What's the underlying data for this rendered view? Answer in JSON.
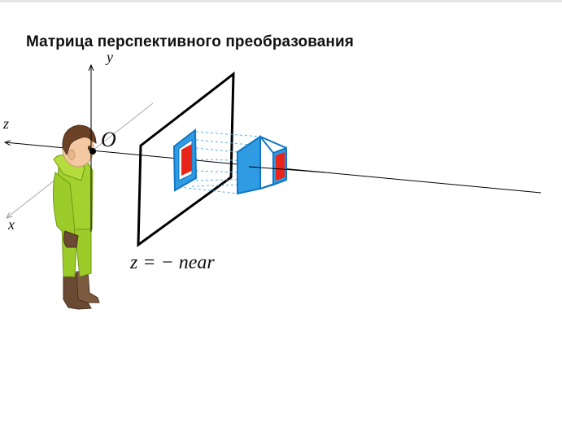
{
  "title": "Матрица перспективного преобразования",
  "axes": {
    "y_label": "y",
    "z_label": "z",
    "x_label": "x",
    "origin_label": "O"
  },
  "near_plane_label": "z = − near",
  "colors": {
    "object_blue": "#2f9be3",
    "object_blue_dark": "#1277c4",
    "object_red": "#e8251a",
    "axis": "#000000",
    "projection_lines": "#5aaee8",
    "figure_green": "#9ccc2a",
    "figure_brown": "#6b4a33"
  }
}
